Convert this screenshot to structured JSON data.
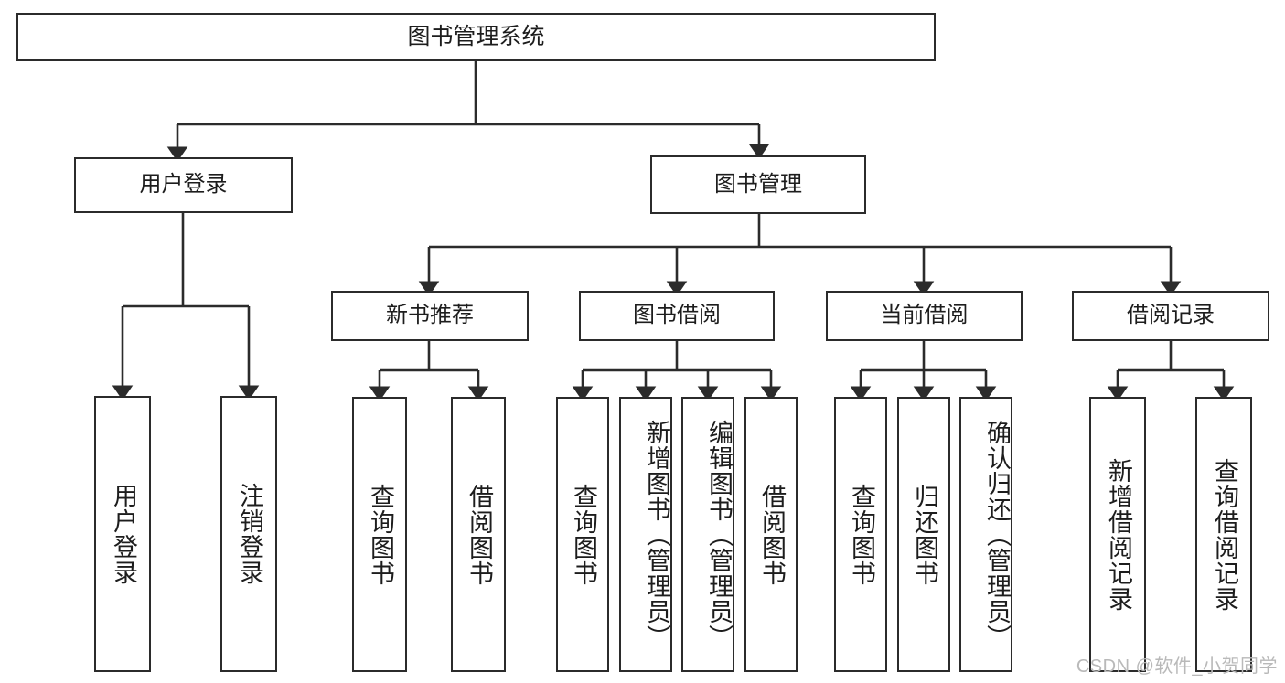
{
  "diagram": {
    "title": "图书管理系统",
    "type": "tree",
    "root": {
      "id": "root",
      "label": "图书管理系统"
    },
    "level2": [
      {
        "id": "user-login",
        "label": "用户登录"
      },
      {
        "id": "book-manage",
        "label": "图书管理"
      }
    ],
    "level3": [
      {
        "id": "new-book-recommend",
        "label": "新书推荐"
      },
      {
        "id": "book-borrow",
        "label": "图书借阅"
      },
      {
        "id": "current-borrow",
        "label": "当前借阅"
      },
      {
        "id": "borrow-record",
        "label": "借阅记录"
      }
    ],
    "leaves": {
      "user_login": [
        {
          "id": "leaf-user-login",
          "label": "用户登录"
        },
        {
          "id": "leaf-logout-login",
          "label": "注销登录"
        }
      ],
      "new_book_recommend": [
        {
          "id": "leaf-query-book-1",
          "label": "查询图书"
        },
        {
          "id": "leaf-borrow-book-1",
          "label": "借阅图书"
        }
      ],
      "book_borrow": [
        {
          "id": "leaf-query-book-2",
          "label": "查询图书"
        },
        {
          "id": "leaf-add-book",
          "label": "新增图书（管理员）"
        },
        {
          "id": "leaf-edit-book",
          "label": "编辑图书（管理员）"
        },
        {
          "id": "leaf-borrow-book-2",
          "label": "借阅图书"
        }
      ],
      "current_borrow": [
        {
          "id": "leaf-query-book-3",
          "label": "查询图书"
        },
        {
          "id": "leaf-return-book",
          "label": "归还图书"
        },
        {
          "id": "leaf-confirm-return",
          "label": "确认归还（管理员）"
        }
      ],
      "borrow_record": [
        {
          "id": "leaf-add-record",
          "label": "新增借阅记录"
        },
        {
          "id": "leaf-query-record",
          "label": "查询借阅记录"
        }
      ]
    },
    "colors": {
      "stroke": "#2b2b2b",
      "background": "#ffffff",
      "text": "#1d1d1d",
      "watermark": "#b9b9b9"
    }
  },
  "watermark": {
    "text": "CSDN @软件_小贺同学"
  }
}
